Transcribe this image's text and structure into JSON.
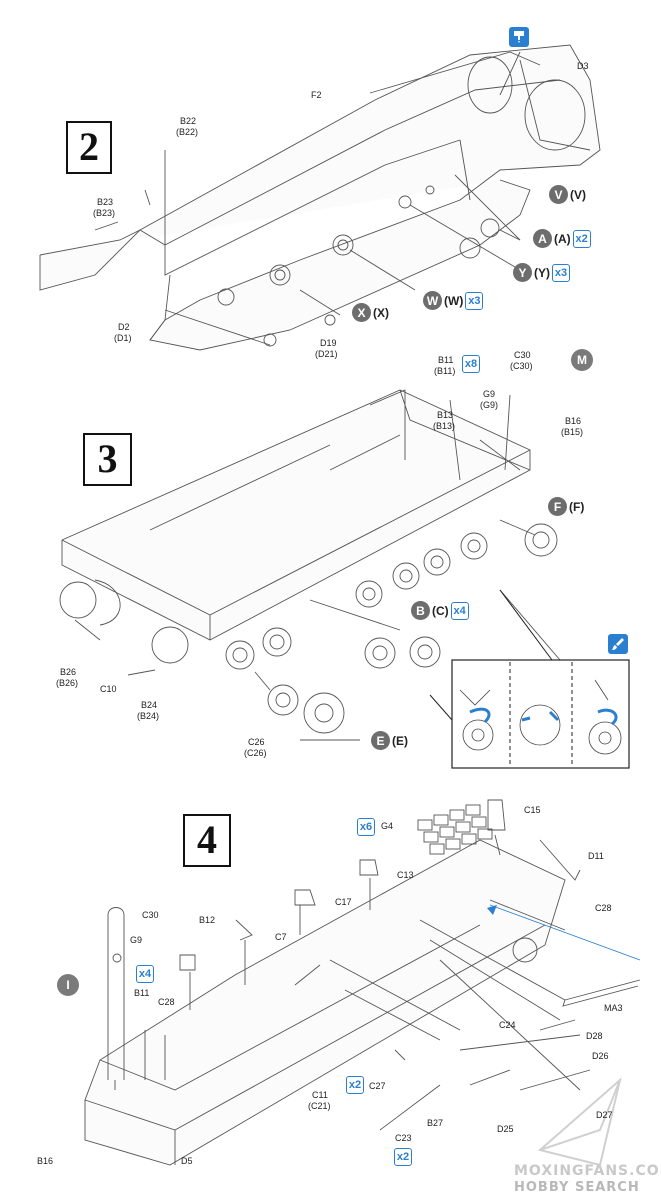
{
  "steps": {
    "s2": "2",
    "s3": "3",
    "s4": "4"
  },
  "step2": {
    "labels": {
      "d3": "D3",
      "f2": "F2",
      "b22a": "B22",
      "b22b": "(B22)",
      "b23a": "B23",
      "b23b": "(B23)",
      "d2a": "D2",
      "d2b": "(D1)",
      "d19a": "D19",
      "d19b": "(D21)"
    },
    "sprues": {
      "v": {
        "letter": "V",
        "paren": "(V)"
      },
      "a": {
        "letter": "A",
        "paren": "(A)",
        "qty": "x2"
      },
      "y": {
        "letter": "Y",
        "paren": "(Y)",
        "qty": "x3"
      },
      "w": {
        "letter": "W",
        "paren": "(W)",
        "qty": "x3"
      },
      "x": {
        "letter": "X",
        "paren": "(X)"
      }
    }
  },
  "step3": {
    "labels": {
      "b11a": "B11",
      "b11b": "(B11)",
      "b11q": "x8",
      "c30a": "C30",
      "c30b": "(C30)",
      "m": "M",
      "g9a": "G9",
      "g9b": "(G9)",
      "b13a": "B13",
      "b13b": "(B13)",
      "b16a": "B16",
      "b16b": "(B15)",
      "b26a": "B26",
      "b26b": "(B26)",
      "c10": "C10",
      "b24a": "B24",
      "b24b": "(B24)",
      "c26a": "C26",
      "c26b": "(C26)"
    },
    "sprues": {
      "f": {
        "letter": "F",
        "paren": "(F)"
      },
      "b": {
        "letter": "B",
        "paren": "(C)",
        "qty": "x4"
      },
      "e": {
        "letter": "E",
        "paren": "(E)"
      }
    }
  },
  "step4": {
    "labels": {
      "x6": "x6",
      "g4": "G4",
      "c15": "C15",
      "d11": "D11",
      "c13": "C13",
      "c28r": "C28",
      "c17": "C17",
      "c30": "C30",
      "b12": "B12",
      "c7": "C7",
      "g9": "G9",
      "x4": "x4",
      "b11": "B11",
      "c28l": "C28",
      "i": "I",
      "ma3": "MA3",
      "c24": "C24",
      "d28": "D28",
      "d26": "D26",
      "c27": "C27",
      "x2a": "x2",
      "c11a": "C11",
      "c11b": "(C21)",
      "d27": "D27",
      "b27": "B27",
      "d25": "D25",
      "c23": "C23",
      "x2b": "x2",
      "b16": "B16",
      "d5": "D5"
    }
  },
  "watermark": {
    "line1": "MOXINGFANS.COM",
    "line2": "HOBBY SEARCH"
  },
  "colors": {
    "accent": "#2a7fd0",
    "sprue_grey": "#6d6d6d"
  }
}
